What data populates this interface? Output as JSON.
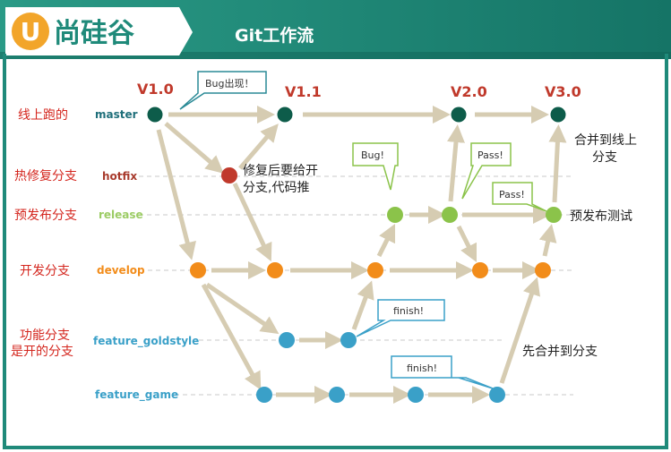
{
  "header": {
    "logo_letter": "U",
    "logo_text": "尚硅谷",
    "title": "Git工作流"
  },
  "colors": {
    "header_bg": "#1f8a7a",
    "border": "#1f8a7a",
    "master_node": "#0d5c4a",
    "hotfix_node": "#c0392b",
    "release_node": "#8bc34a",
    "develop_node": "#f28c1a",
    "feature_node": "#3aa0c8",
    "arrow": "#d6ccb2",
    "label_red": "#d4261e"
  },
  "rows": [
    {
      "cn": "线上跑的",
      "branch": "master"
    },
    {
      "cn": "热修复分支",
      "branch": "hotfix"
    },
    {
      "cn": "预发布分支",
      "branch": "release"
    },
    {
      "cn": "开发分支",
      "branch": "develop"
    },
    {
      "cn_line1": "功能分支",
      "cn_line2": "是开的分支",
      "branch": "feature_goldstyle"
    },
    {
      "branch": "feature_game"
    }
  ],
  "versions": [
    "V1.0",
    "V1.1",
    "V2.0",
    "V3.0"
  ],
  "callouts": {
    "bug_found": "Bug出现！",
    "bug": "Bug!",
    "pass1": "Pass!",
    "pass2": "Pass!",
    "finish1": "finish!",
    "finish2": "finish!"
  },
  "notes": {
    "hotfix_line1": "修复后要给开",
    "hotfix_line2": "分支,代码推",
    "merge_line1": "合并到线上",
    "merge_line2": "分支",
    "prerelease_test": "预发布测试",
    "merge_first": "先合并到分支"
  }
}
